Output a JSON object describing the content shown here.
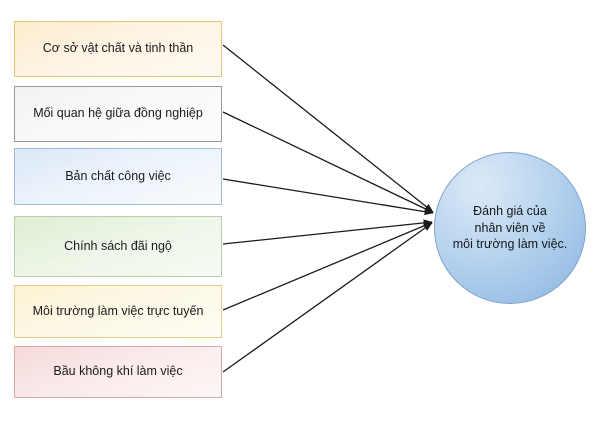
{
  "diagram": {
    "title_text": "Đánh giá của nhân viên về môi trường làm việc.",
    "factors": [
      {
        "label": "Cơ sở vật chất và tinh thần",
        "fill": "#fdeccd",
        "border": "#e8c475"
      },
      {
        "label": "Mối quan hệ giữa đồng nghiệp",
        "fill": "#f2f2f2",
        "border": "#9a9a9a"
      },
      {
        "label": "Bản chất công việc",
        "fill": "#dbe8f7",
        "border": "#9ebbdd"
      },
      {
        "label": "Chính sách đãi ngộ",
        "fill": "#dfeed4",
        "border": "#b9ceab"
      },
      {
        "label": "Môi trường làm việc trực tuyến",
        "fill": "#fbf3d2",
        "border": "#e3cf86"
      },
      {
        "label": "Bầu không khí làm việc",
        "fill": "#f6d9da",
        "border": "#d9a8a8"
      }
    ],
    "outcome": {
      "label": "Đánh giá của\nnhân viên về\nmôi trường làm việc.",
      "fill": "#b2d0ed",
      "border": "#7fa3cc"
    },
    "arrows": {
      "color": "#1a1a1a",
      "count": 6,
      "description": "six arrows from each factor box converging on the outcome circle"
    }
  }
}
